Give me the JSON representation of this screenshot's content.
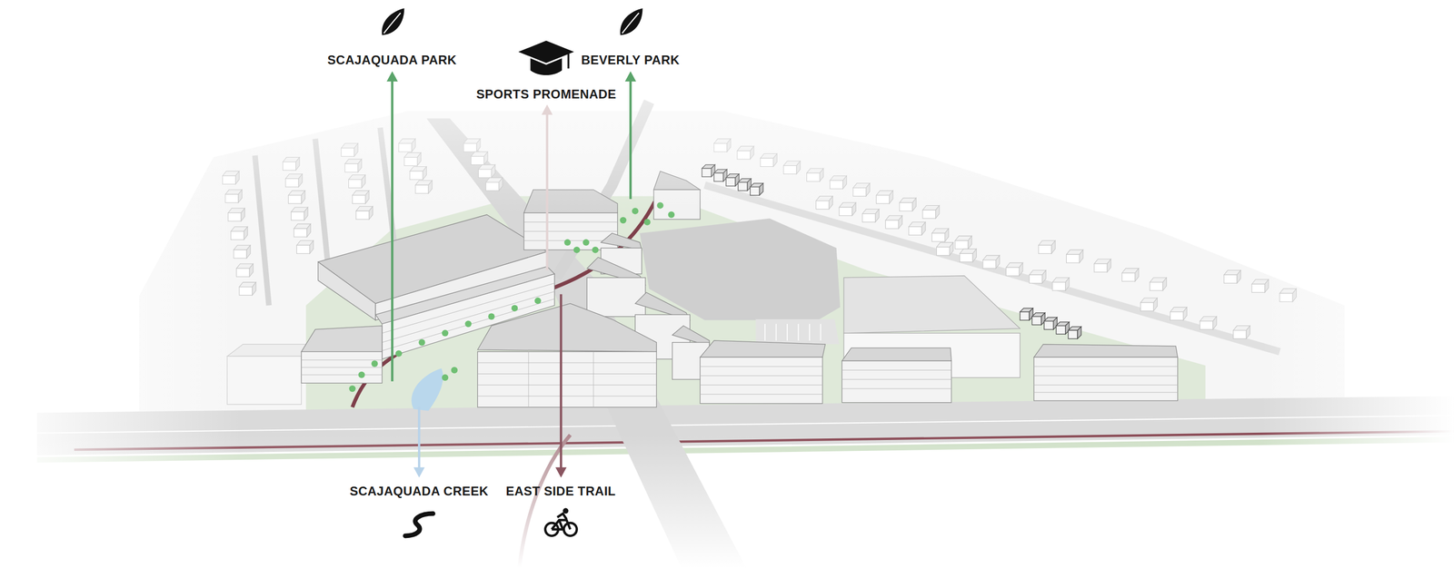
{
  "diagram": {
    "labels": [
      "SCAJAQUADA PARK",
      "SPORTS PROMENADE",
      "BEVERLY PARK",
      "SCAJAQUADA CREEK",
      "EAST SIDE TRAIL"
    ]
  }
}
